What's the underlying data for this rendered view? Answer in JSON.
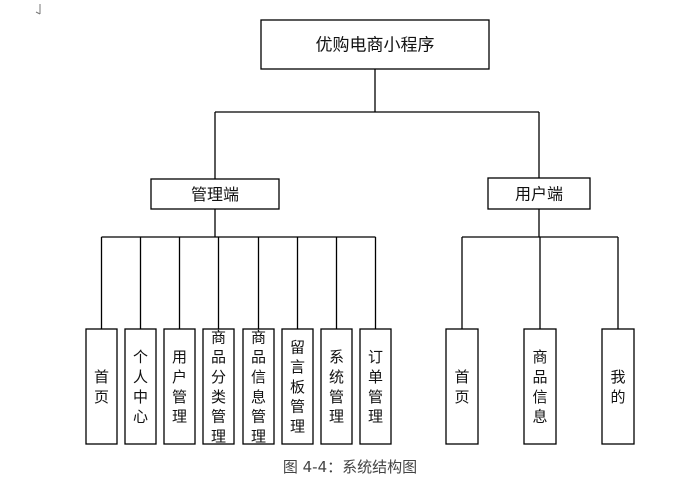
{
  "root": {
    "id": "root",
    "label": "优购电商小程序"
  },
  "branches": [
    {
      "id": "admin",
      "label": "管理端",
      "children": [
        {
          "id": "admin-home",
          "label": "首页"
        },
        {
          "id": "admin-personal-center",
          "label": "个人中心"
        },
        {
          "id": "admin-user-management",
          "label": "用户管理"
        },
        {
          "id": "admin-category-management",
          "label": "商品分类管理"
        },
        {
          "id": "admin-product-info-management",
          "label": "商品信息管理"
        },
        {
          "id": "admin-message-board-management",
          "label": "留言板管理"
        },
        {
          "id": "admin-system-management",
          "label": "系统管理"
        },
        {
          "id": "admin-order-management",
          "label": "订单管理"
        }
      ]
    },
    {
      "id": "user",
      "label": "用户端",
      "children": [
        {
          "id": "user-home",
          "label": "首页"
        },
        {
          "id": "user-product-info",
          "label": "商品信息"
        },
        {
          "id": "user-mine",
          "label": "我的"
        }
      ]
    }
  ],
  "caption": "图 4-4：系统结构图"
}
